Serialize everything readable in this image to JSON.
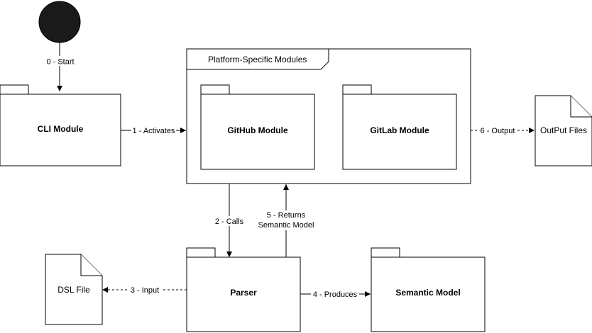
{
  "nodes": {
    "start": "",
    "cli": "CLI Module",
    "platform_container": "Platform-Specific Modules",
    "github": "GitHub Module",
    "gitlab": "GitLab Module",
    "output_files": "OutPut Files",
    "parser": "Parser",
    "semantic_model": "Semantic Model",
    "dsl_file": "DSL File"
  },
  "edges": {
    "start_to_cli": "0 - Start",
    "cli_to_platform": "1 - Activates",
    "platform_to_parser": "2 - Calls",
    "parser_to_dsl": "3 - Input",
    "parser_to_model": "4 - Produces",
    "returns_line1": "5 - Returns",
    "returns_line2": "Semantic Model",
    "platform_to_output": "6 - Output"
  },
  "colors": {
    "stroke": "#000000",
    "start_fill": "#1a1a1a",
    "background": "#ffffff"
  }
}
